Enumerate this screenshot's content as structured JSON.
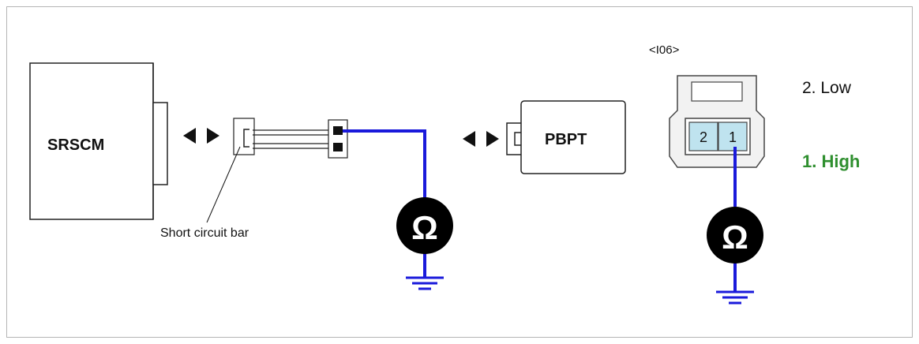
{
  "modules": {
    "srscm": "SRSCM",
    "pbpt": "PBPT"
  },
  "labels": {
    "short_circuit_bar": "Short circuit bar",
    "connector_id": "<I06>"
  },
  "pins": {
    "pin2": "2",
    "pin1": "1"
  },
  "legend": {
    "low": "2. Low",
    "high": "1. High"
  },
  "meter_symbol": "Ω",
  "colors": {
    "wire": "#1a1adb",
    "high_label": "#2f8f2f",
    "pin_fill": "#bfe3ef",
    "connector_fill": "#f2f2f2"
  }
}
